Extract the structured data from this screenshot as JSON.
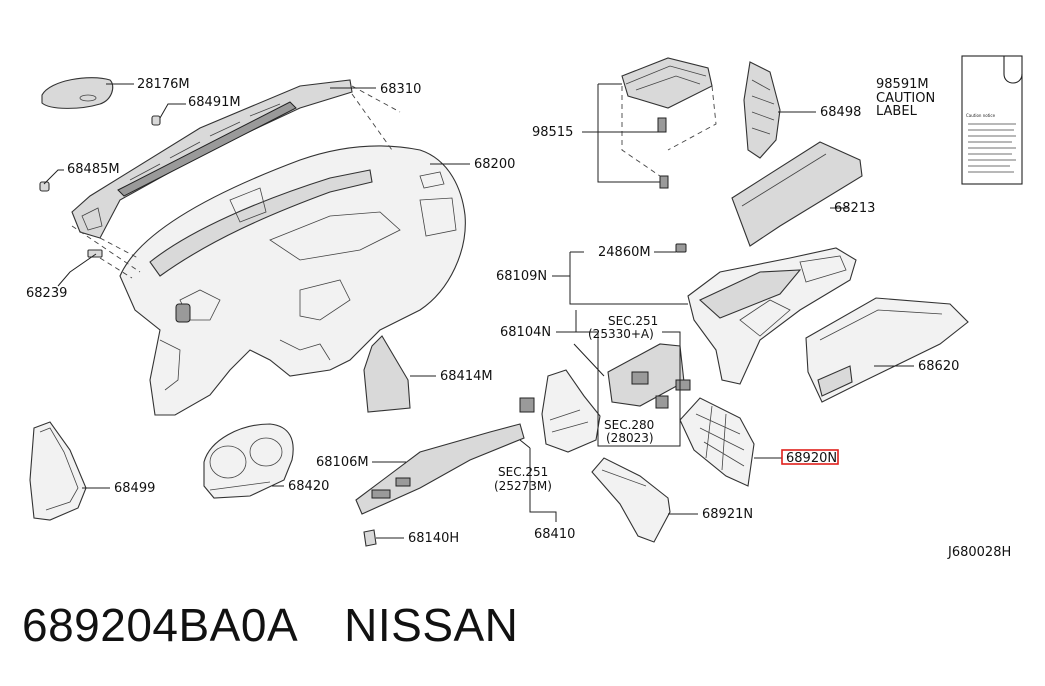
{
  "diagram": {
    "code": "J680028H",
    "callouts": {
      "c28176M": "28176M",
      "c68491M": "68491M",
      "c68310": "68310",
      "c68485M": "68485M",
      "c68200": "68200",
      "c68239": "68239",
      "c98515": "98515",
      "c68498": "68498",
      "c98591M": "98591M",
      "caution1": "CAUTION",
      "caution2": "LABEL",
      "c68213": "68213",
      "c24860M": "24860M",
      "c68109N": "68109N",
      "c68104N": "68104N",
      "sec251a1": "SEC.251",
      "sec251a2": "(25330+A)",
      "sec280a": "SEC.280",
      "sec280b": "(28023)",
      "c68414M": "68414M",
      "c68620": "68620",
      "c68920N": "68920N",
      "c68106M": "68106M",
      "sec251b1": "SEC.251",
      "sec251b2": "(25273M)",
      "c68499": "68499",
      "c68420": "68420",
      "c68921N": "68921N",
      "c68140H": "68140H",
      "c68410": "68410"
    },
    "label_card_text": "Caution notice"
  },
  "caption": {
    "part_number": "689204BA0A",
    "brand": "NISSAN"
  },
  "colors": {
    "highlight": "#e0201c",
    "line": "#222222"
  }
}
